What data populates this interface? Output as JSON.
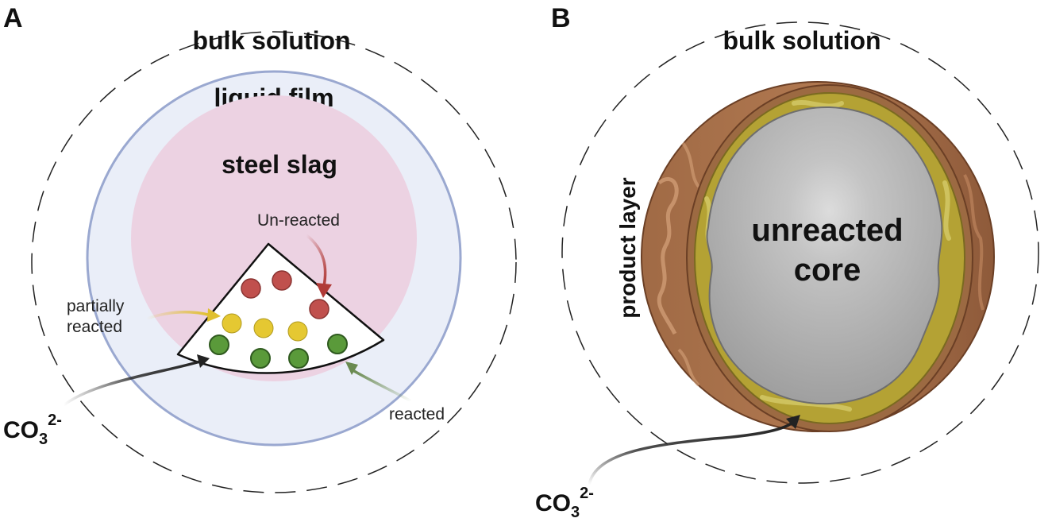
{
  "panel_a": {
    "letter": "A",
    "bulk_solution": "bulk solution",
    "liquid_film": "liquid film",
    "steel_slag": "steel slag",
    "unreacted": "Un-reacted",
    "partially_line1": "partially",
    "partially_line2": "reacted",
    "reacted": "reacted",
    "ion_base": "CO",
    "ion_sub": "3",
    "ion_sup": "2-"
  },
  "panel_b": {
    "letter": "B",
    "bulk_solution": "bulk solution",
    "product_layer": "product layer",
    "core_line1": "unreacted",
    "core_line2": "core",
    "ion_base": "CO",
    "ion_sub": "3",
    "ion_sup": "2-"
  },
  "colors": {
    "liquid_film_fill": "#eaeef8",
    "liquid_film_stroke": "#9aa8d0",
    "steel_slag_fill": "#ecd2e2",
    "unreacted_particle": "#c0504d",
    "partially_reacted_particle": "#e5c832",
    "reacted_particle": "#5a9a3a",
    "unreacted_arrow": "#b03a37",
    "partial_arrow": "#e0c030",
    "reacted_arrow": "#6a8a50",
    "shell_brown": "#a8643e",
    "product_gold": "#b0a030",
    "core_grey": "#aaaaaa"
  }
}
